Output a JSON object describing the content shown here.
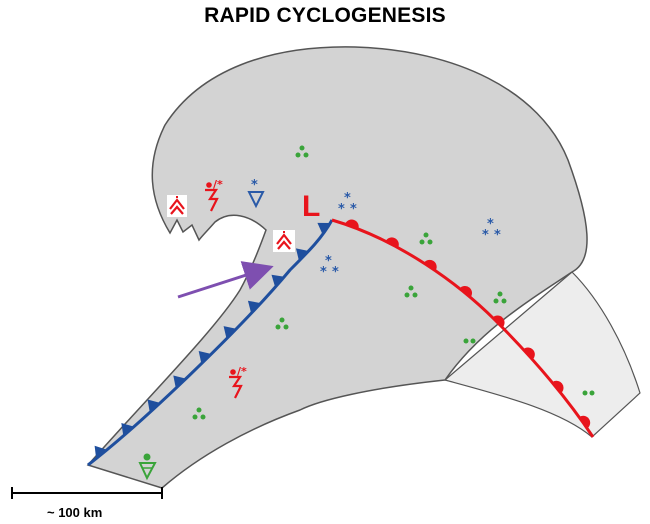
{
  "title": "RAPID CYCLOGENESIS",
  "low_center": {
    "label": "L",
    "color": "#e8141c"
  },
  "scale_bar": {
    "label": "~ 100 km"
  },
  "colors": {
    "cloud_fill": "#d3d3d3",
    "tail_fill": "#ededed",
    "outline": "#555555",
    "cold_front": "#1f4f9e",
    "warm_front": "#e8141c",
    "rain": "#3aa43a",
    "snow": "#2a5aa8",
    "convective": "#e8141c",
    "airflow_arrow": "#7e4fb0"
  },
  "symbols": [
    {
      "type": "rain-dots",
      "icon": "rain-icon"
    },
    {
      "type": "snow",
      "icon": "snow-icon"
    },
    {
      "type": "thunder",
      "icon": "thunderstorm-icon"
    },
    {
      "type": "lightning",
      "icon": "lightning-icon"
    },
    {
      "type": "shower",
      "icon": "rain-shower-icon"
    }
  ]
}
